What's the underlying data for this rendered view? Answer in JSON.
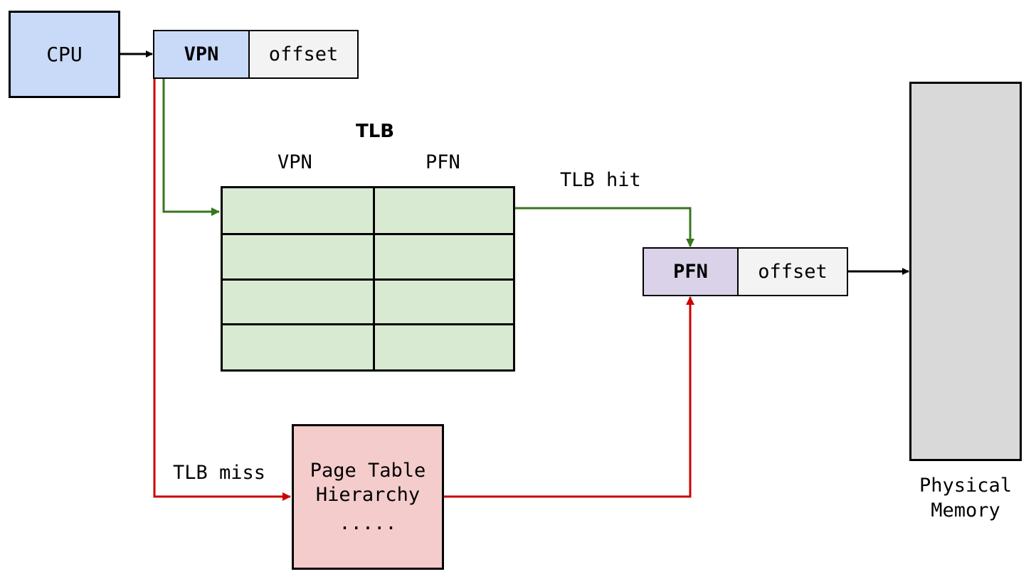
{
  "cpu": {
    "label": "CPU"
  },
  "virtual_address": {
    "vpn_label": "VPN",
    "offset_label": "offset"
  },
  "tlb": {
    "title": "TLB",
    "columns": [
      "VPN",
      "PFN"
    ],
    "row_count": 4
  },
  "edges": {
    "hit_label": "TLB hit",
    "miss_label": "TLB miss"
  },
  "physical_address": {
    "pfn_label": "PFN",
    "offset_label": "offset"
  },
  "page_table": {
    "line1": "Page Table",
    "line2": "Hierarchy",
    "line3": "....."
  },
  "memory": {
    "line1": "Physical",
    "line2": "Memory"
  },
  "colors": {
    "cpu_fill": "#c9daf8",
    "offset_fill": "#f3f3f3",
    "tlb_fill": "#d9ead3",
    "pfn_fill": "#d9d2e9",
    "page_table_fill": "#f4cccc",
    "memory_fill": "#d9d9d9",
    "hit_path": "#38761d",
    "miss_path": "#cc0000",
    "flow_arrow": "#000000"
  }
}
